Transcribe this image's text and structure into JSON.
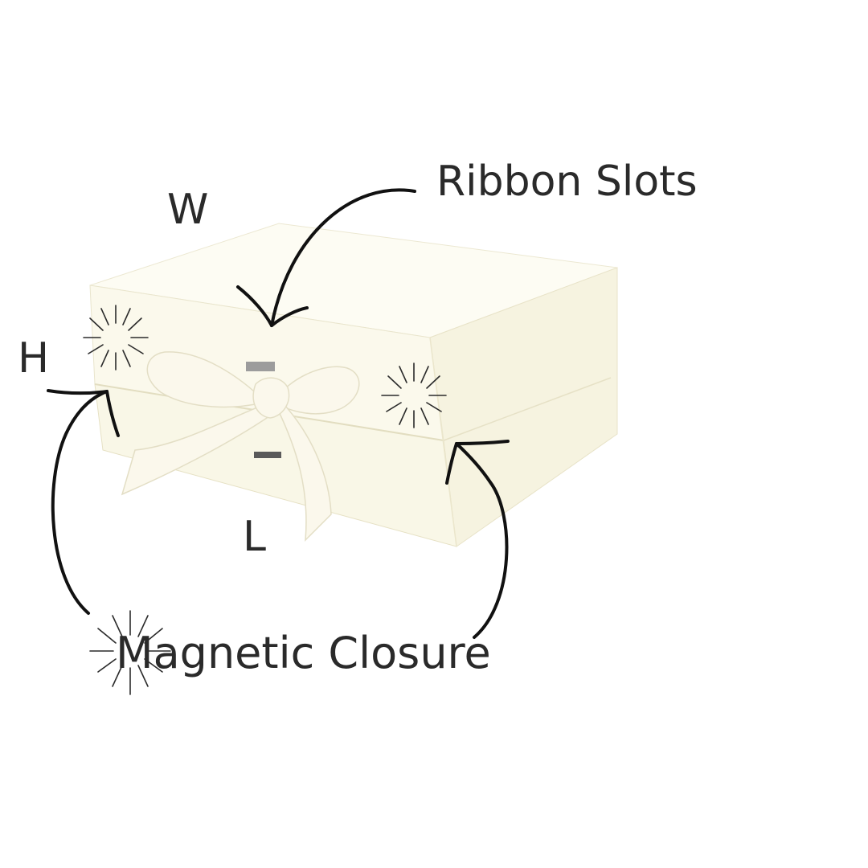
{
  "labels": {
    "ribbon_slots": "Ribbon Slots",
    "width": "W",
    "height": "H",
    "length": "L",
    "magnetic_closure": "Magnetic Closure"
  },
  "colors": {
    "background": "#ffffff",
    "box_face": "#fbf9ec",
    "box_top": "#fdfcf3",
    "box_side": "#f6f3e0",
    "ribbon": "#fbf8ec",
    "ink": "#111111",
    "text": "#2a2a2a"
  }
}
